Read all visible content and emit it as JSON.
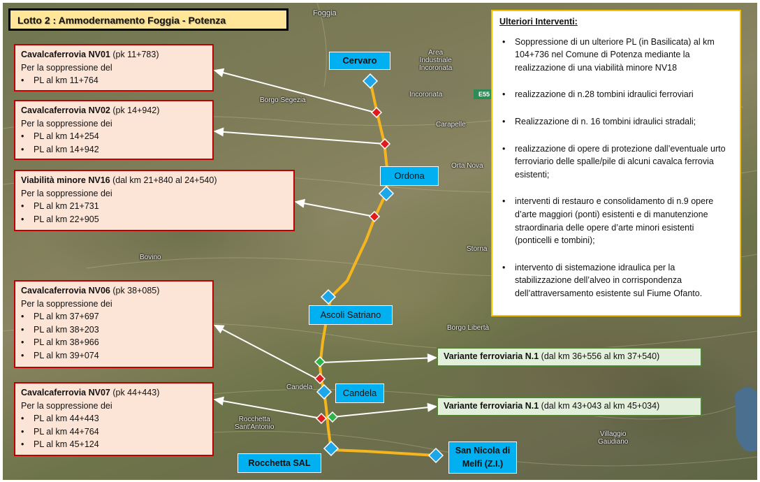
{
  "title": "Lotto 2 : Ammodernamento Foggia - Potenza",
  "places": [
    {
      "id": "foggia",
      "label": "Foggia"
    },
    {
      "id": "area-industriale",
      "label": "Area\nIndustriale\nIncoronata"
    },
    {
      "id": "incoronata",
      "label": "Incoronata"
    },
    {
      "id": "borgo-segezia",
      "label": "Borgo Segezia"
    },
    {
      "id": "carapelle",
      "label": "Carapelle"
    },
    {
      "id": "orta-nova",
      "label": "Orta Nova"
    },
    {
      "id": "bovino",
      "label": "Bovino"
    },
    {
      "id": "stornara",
      "label": "Storna"
    },
    {
      "id": "borgo-liberta",
      "label": "Borgo Libertà"
    },
    {
      "id": "candela",
      "label": "Candela"
    },
    {
      "id": "rocchetta",
      "label": "Rocchetta\nSant'Antonio"
    },
    {
      "id": "villaggio-gaudiano",
      "label": "Villaggio\nGaudiano"
    }
  ],
  "road_badge": "E55",
  "interventions": [
    {
      "title": "Cavalcaferrovia NV01",
      "detail": "(pk 11+783)",
      "intro": "Per la soppressione del",
      "items": [
        "PL al km 11+764"
      ]
    },
    {
      "title": "Cavalcaferrovia NV02",
      "detail": "(pk 14+942)",
      "intro": "Per la soppressione dei",
      "items": [
        "PL al km 14+254",
        "PL al km 14+942"
      ]
    },
    {
      "title": "Viabilità minore NV16",
      "detail": "(dal km 21+840 al 24+540)",
      "intro": "Per la soppressione dei",
      "items": [
        "PL al km 21+731",
        "PL al km 22+905"
      ]
    },
    {
      "title": "Cavalcaferrovia NV06",
      "detail": "(pk 38+085)",
      "intro": "Per la soppressione dei",
      "items": [
        "PL al km 37+697",
        "PL al km 38+203",
        "PL al km 38+966",
        "PL al km 39+074"
      ]
    },
    {
      "title": "Cavalcaferrovia NV07",
      "detail": "(pk 44+443)",
      "intro": "Per la soppressione dei",
      "items": [
        "PL al km 44+443",
        "PL al km 44+764",
        "PL al km 45+124"
      ]
    }
  ],
  "stations": [
    {
      "id": "cervaro",
      "label": "Cervaro",
      "bold": true
    },
    {
      "id": "ordona",
      "label": "Ordona",
      "bold": false
    },
    {
      "id": "ascoli",
      "label": "Ascoli Satriano",
      "bold": false
    },
    {
      "id": "candela",
      "label": "Candela",
      "bold": false
    },
    {
      "id": "rocchetta",
      "label": "Rocchetta SAL",
      "bold": true
    },
    {
      "id": "san-nicola",
      "label": "San Nicola di\nMelfi (Z.I.)",
      "bold": true
    }
  ],
  "variants": [
    {
      "title": "Variante ferroviaria N.1",
      "detail": "(dal km 36+556 al km 37+540)"
    },
    {
      "title": "Variante ferroviaria N.1",
      "detail": "(dal km 43+043 al km 45+034)"
    }
  ],
  "further": {
    "title": "Ulteriori Interventi:",
    "items": [
      "Soppressione di un ulteriore PL (in Basilicata) al km 104+736 nel Comune di Potenza mediante la realizzazione di una viabilità minore NV18",
      "realizzazione di n.28 tombini idraulici ferroviari",
      "Realizzazione di n. 16 tombini idraulici stradali;",
      "realizzazione di opere di protezione dall’eventuale urto ferroviario delle spalle/pile di alcuni cavalca ferrovia esistenti;",
      "interventi di restauro e consolidamento di n.9 opere d’arte maggiori (ponti) esistenti e di manutenzione straordinaria delle opere d’arte minori esistenti (ponticelli e tombini);",
      "intervento di sistemazione idraulica per la stabilizzazione dell’alveo in corrispondenza dell’attraversamento esistente sul Fiume Ofanto."
    ]
  },
  "colors": {
    "railway": "#f5b51e",
    "station_marker": "#1ea7e8",
    "pl_marker": "#e11b1b",
    "variant_marker": "#2db34a",
    "arrow": "#ffffff"
  }
}
